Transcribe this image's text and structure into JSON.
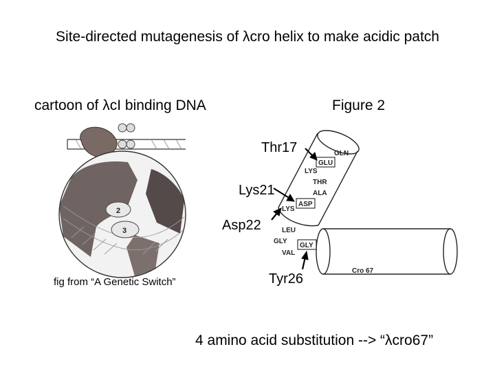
{
  "title": "Site-directed mutagenesis of λcro helix to make acidic patch",
  "left_caption": "cartoon of λcI binding DNA",
  "figure_label": "Figure 2",
  "left_credit": "fig from “A Genetic Switch”",
  "callouts": {
    "thr17": "Thr17",
    "lys21": "Lys21",
    "asp22": "Asp22",
    "tyr26": "Tyr26"
  },
  "residues": {
    "gln": "GLN",
    "glu": "GLU",
    "lys_a": "LYS",
    "thr": "THR",
    "ala": "ALA",
    "asp": "ASP",
    "lys_b": "LYS",
    "leu": "LEU",
    "gly_a": "GLY",
    "gly_b": "GLY",
    "val": "VAL"
  },
  "protein_label": "Cro 67",
  "cartoon_labels": {
    "helix_2": "2",
    "helix_3": "3"
  },
  "summary": "4 amino acid substitution --> “λcro67”"
}
